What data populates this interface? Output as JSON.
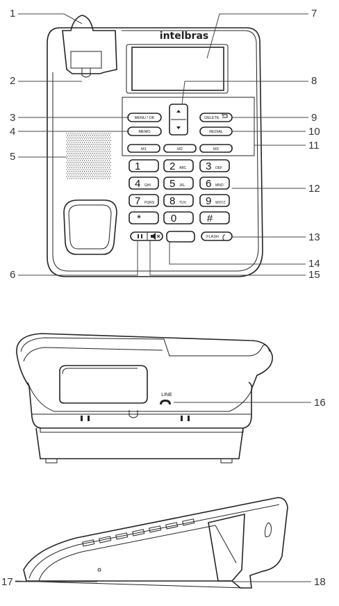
{
  "brand": "intelbras",
  "keys": {
    "menu_ok": "MENU / OK",
    "delete": "DELETE",
    "memo": "MEMO",
    "redial": "REDIAL",
    "m1": "M1",
    "m2": "M2",
    "m3": "M3",
    "flash": "FLASH",
    "star": "*",
    "hash": "#",
    "keypad": [
      {
        "num": "1",
        "sub": ""
      },
      {
        "num": "2",
        "sub": "ABC"
      },
      {
        "num": "3",
        "sub": "DEF"
      },
      {
        "num": "4",
        "sub": "GHI"
      },
      {
        "num": "5",
        "sub": "JKL"
      },
      {
        "num": "6",
        "sub": "MNO"
      },
      {
        "num": "7",
        "sub": "PQRS"
      },
      {
        "num": "8",
        "sub": "TUV"
      },
      {
        "num": "9",
        "sub": "WXYZ"
      },
      {
        "num": "0",
        "sub": ""
      }
    ]
  },
  "line_label": "LINE",
  "callouts": [
    "1",
    "2",
    "3",
    "4",
    "5",
    "6",
    "7",
    "8",
    "9",
    "10",
    "11",
    "12",
    "13",
    "14",
    "15",
    "16",
    "17",
    "18"
  ]
}
